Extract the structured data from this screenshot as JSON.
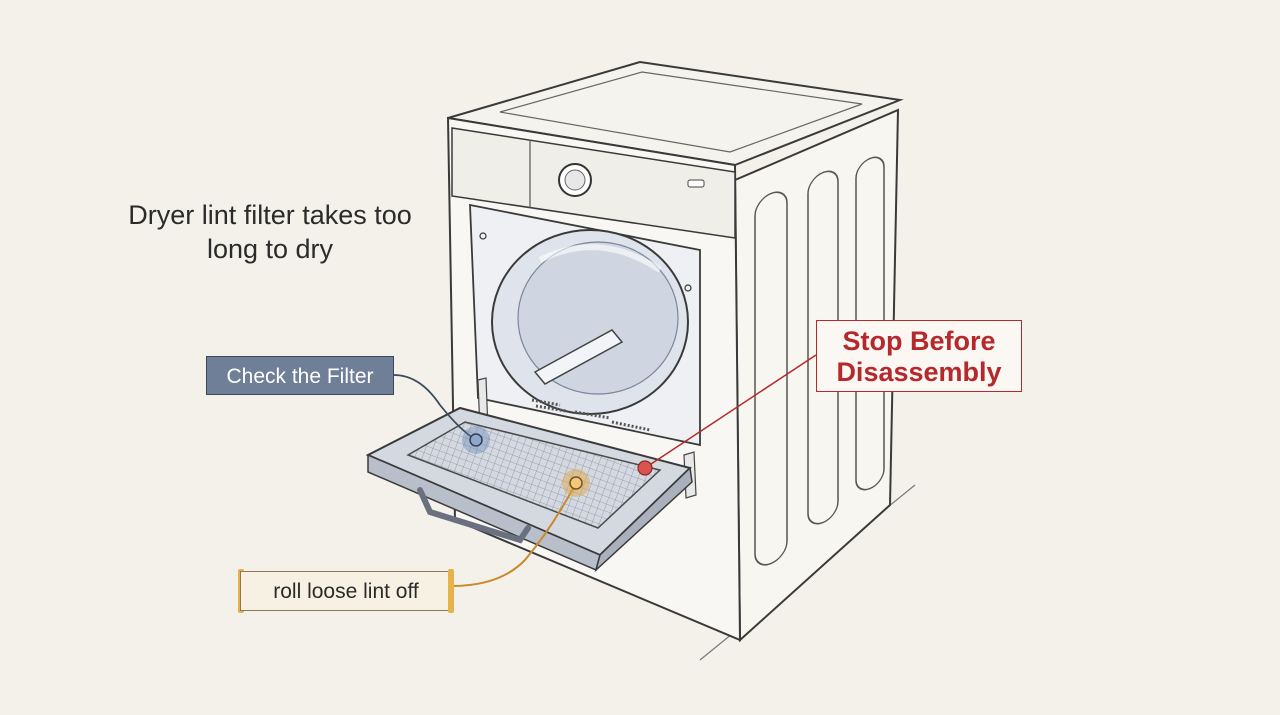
{
  "title": "Dryer lint filter takes too long to dry",
  "labels": {
    "check": "Check the Filter",
    "stop": "Stop Before Disassembly",
    "roll": "roll loose lint off"
  },
  "colors": {
    "background": "#f3f1ea",
    "check_fill": "#6f7f97",
    "stop_red": "#b5282c",
    "roll_accent": "#e6b24a",
    "marker_blue": "#5a7fb3",
    "marker_orange": "#e6a53a",
    "marker_red": "#d9534f"
  }
}
